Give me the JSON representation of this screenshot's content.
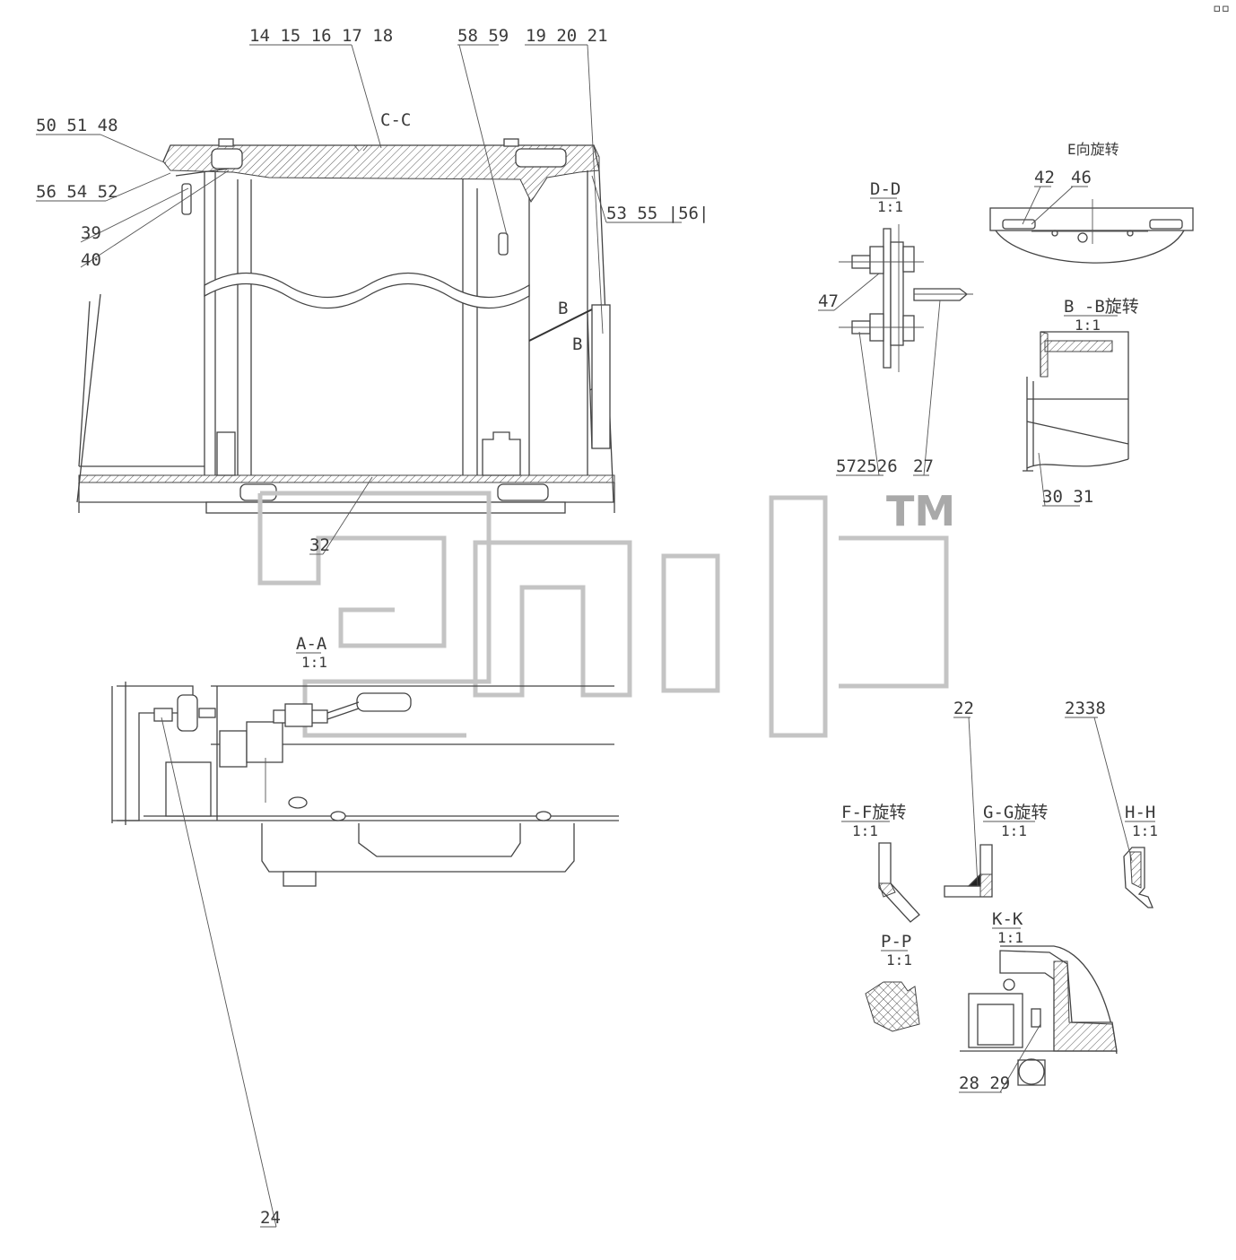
{
  "top_corner_mark": "▫▫ ▫▫▫",
  "watermark": {
    "trademark": "TM"
  },
  "callouts": {
    "c1": "14 15 16 17 18",
    "c2": "58 59",
    "c3": "19 20 21",
    "c4": "50 51 48",
    "c5": "56 54 52",
    "c6": "39",
    "c7": "40",
    "c8": "53 55 |56|",
    "c9": "32",
    "c10": "24",
    "c11": "47",
    "c12": "572526",
    "c13": "27",
    "c14": "42",
    "c15": "46",
    "c16": "30 31",
    "c17": "22",
    "c18": "2338",
    "c19": "28 29"
  },
  "section_marks": {
    "cc": "C-C",
    "b1": "B",
    "b2": "B"
  },
  "views": {
    "dd": {
      "title": "D-D",
      "scale": "1:1"
    },
    "e": {
      "title": "E向旋转"
    },
    "bb": {
      "title": "B -B旋转",
      "scale": "1:1"
    },
    "aa": {
      "title": "A-A",
      "scale": "1:1"
    },
    "ff": {
      "title": "F-F旋转",
      "scale": "1:1"
    },
    "gg": {
      "title": "G-G旋转",
      "scale": "1:1"
    },
    "hh": {
      "title": "H-H",
      "scale": "1:1"
    },
    "pp": {
      "title": "P-P",
      "scale": "1:1"
    },
    "kk": {
      "title": "K-K",
      "scale": "1:1"
    }
  }
}
